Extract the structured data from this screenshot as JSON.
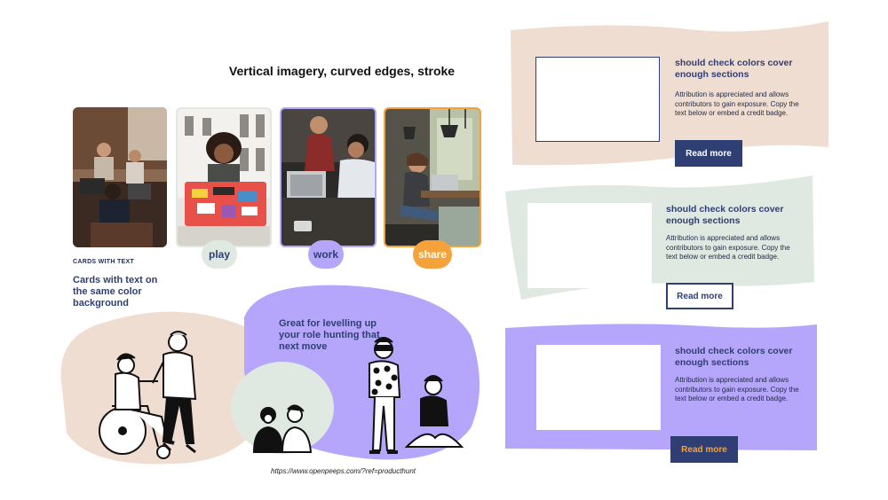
{
  "section_title": "Vertical imagery, curved edges, stroke",
  "cards": {
    "eyebrow": "CARDS WITH TEXT",
    "heading": "Cards with text on the same color background",
    "pills": [
      {
        "label": "play",
        "bg": "#dfe8e1",
        "color": "#2f3f73"
      },
      {
        "label": "work",
        "bg": "#b5a5fb",
        "color": "#2f3f73"
      },
      {
        "label": "share",
        "bg": "#f6a23a",
        "color": "#ffffff"
      }
    ],
    "photo_borders": [
      "none",
      "#dfe8e1",
      "#b5a5fb",
      "#f6a23a"
    ]
  },
  "illustration": {
    "bubble_text": "Great for levelling up your role hunting that next move",
    "credit": "https://www.openpeeps.com/?ref=producthunt"
  },
  "panels": [
    {
      "title": "should check colors cover enough sections",
      "body": "Attribution is appreciated and allows contributors to gain exposure. Copy the text below or embed a credit badge.",
      "button": "Read more",
      "bg": "#f0ddd2",
      "button_style": "filled",
      "button_text_color": "#ffffff"
    },
    {
      "title": "should check colors cover enough sections",
      "body": "Attribution is appreciated and allows contributors to gain exposure. Copy the text below or embed a credit badge.",
      "button": "Read more",
      "bg": "#dfe8e1",
      "button_style": "outline",
      "button_text_color": "#2f3f73"
    },
    {
      "title": "should check colors cover enough sections",
      "body": "Attribution is appreciated and allows contributors to gain exposure. Copy the text below or embed a credit badge.",
      "button": "Read more",
      "bg": "#b5a5fb",
      "button_style": "filled",
      "button_text_color": "#f6a23a"
    }
  ],
  "colors": {
    "navy": "#2f3f73",
    "peach": "#f0ddd2",
    "sage": "#dfe8e1",
    "lavender": "#b5a5fb",
    "orange": "#f6a23a"
  }
}
